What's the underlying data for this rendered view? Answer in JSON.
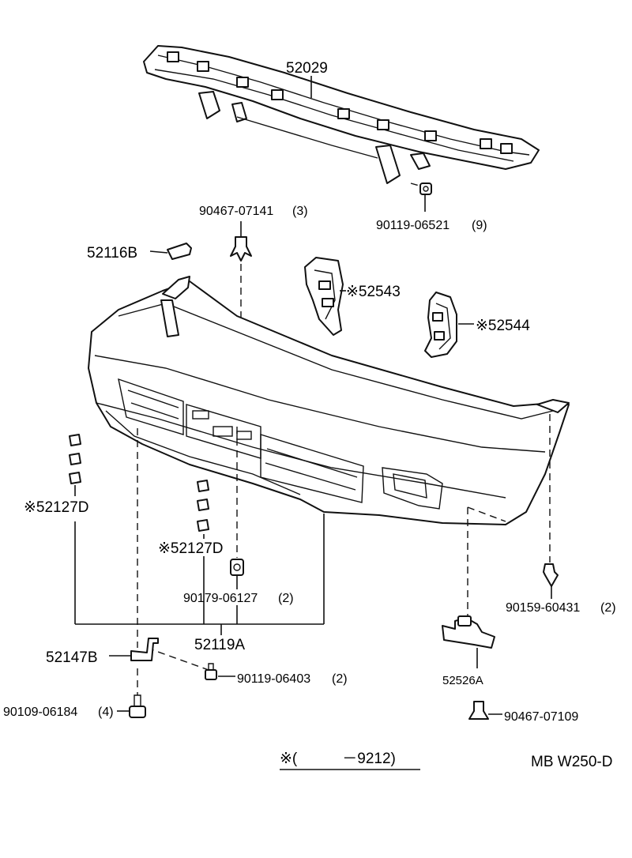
{
  "parts": {
    "reinforcement": "52029",
    "reinf_bolt": "90119-06521",
    "reinf_bolt_qty": "(9)",
    "top_clip": "90467-07141",
    "top_clip_qty": "(3)",
    "side_retainer": "52116B",
    "left_bracket": "※52543",
    "right_bracket": "※52544",
    "left_pads": "※52127D",
    "center_pads": "※52127D",
    "center_nut": "90179-06127",
    "center_nut_qty": "(2)",
    "bumper_cover": "52119A",
    "lower_bracket": "52147B",
    "lower_bolt": "90119-06403",
    "lower_bolt_qty": "(2)",
    "bottom_bolt": "90109-06184",
    "bottom_bolt_qty": "(4)",
    "right_screw": "90159-60431",
    "right_screw_qty": "(2)",
    "right_bracket_lower": "52526A",
    "right_clip": "90467-07109"
  },
  "footnote": "※(　　　－9212)",
  "diagram_code": "MB W250-D"
}
